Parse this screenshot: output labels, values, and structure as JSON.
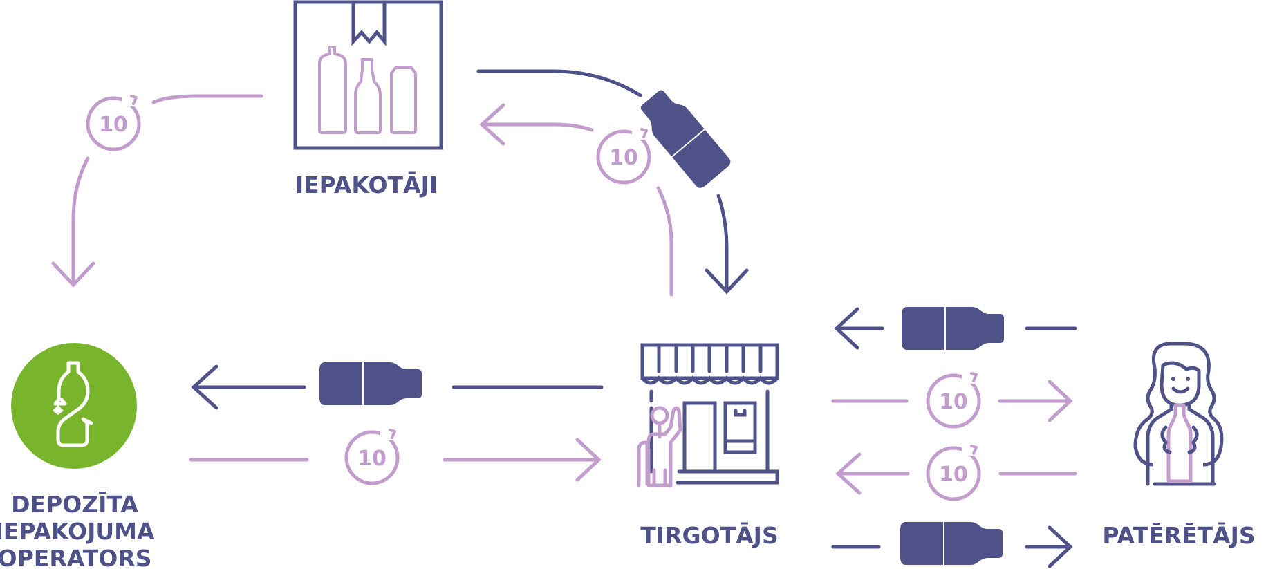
{
  "colors": {
    "navy": "#4f5289",
    "lilac": "#c19ccc",
    "green": "#78b52c",
    "background": "#ffffff"
  },
  "nodes": {
    "packagers": {
      "label": "IEPAKOTĀJI",
      "icon": "box-with-bottles-icon"
    },
    "operator": {
      "label_lines": [
        "DEPOZĪTA",
        "IEPAKOJUMA",
        "OPERATORS"
      ],
      "icon": "recycling-bottle-icon"
    },
    "retailer": {
      "label": "TIRGOTĀJS",
      "icon": "shop-icon"
    },
    "consumer": {
      "label": "PATĒRĒTĀJS",
      "icon": "person-with-bottle-icon"
    }
  },
  "deposit_coin": {
    "text": "10",
    "icon": "deposit-coin-icon"
  },
  "flows": [
    {
      "from": "packagers",
      "to": "operator",
      "item": "deposit",
      "color": "lilac"
    },
    {
      "from": "packagers",
      "to": "retailer",
      "item": "bottle",
      "color": "navy"
    },
    {
      "from": "retailer",
      "to": "packagers",
      "item": "deposit",
      "color": "lilac"
    },
    {
      "from": "retailer",
      "to": "operator",
      "item": "bottle",
      "color": "navy"
    },
    {
      "from": "operator",
      "to": "retailer",
      "item": "deposit",
      "color": "lilac"
    },
    {
      "from": "consumer",
      "to": "retailer",
      "item": "bottle",
      "color": "navy"
    },
    {
      "from": "retailer",
      "to": "consumer",
      "item": "deposit",
      "color": "lilac"
    },
    {
      "from": "consumer",
      "to": "retailer",
      "item": "deposit",
      "color": "lilac"
    },
    {
      "from": "retailer",
      "to": "consumer",
      "item": "bottle",
      "color": "navy"
    }
  ]
}
